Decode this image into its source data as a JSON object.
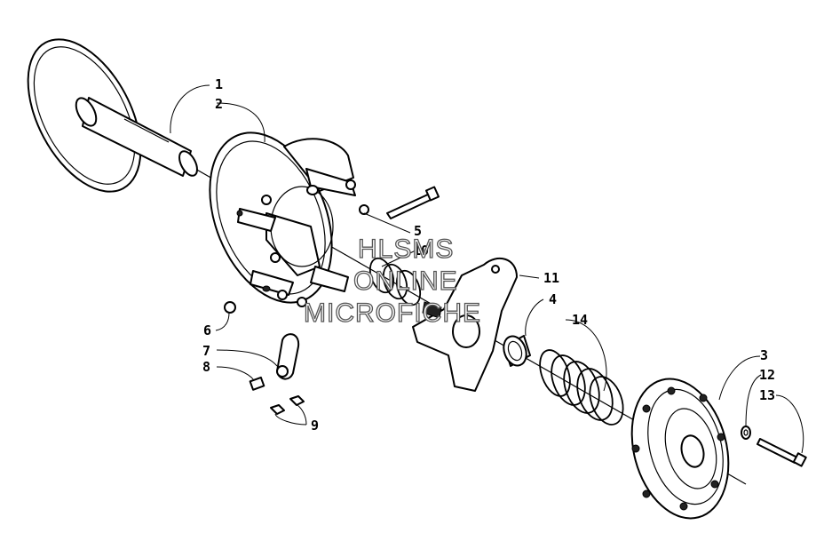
{
  "callouts": [
    {
      "id": "1",
      "text": "1"
    },
    {
      "id": "2",
      "text": "2"
    },
    {
      "id": "3",
      "text": "3"
    },
    {
      "id": "4",
      "text": "4"
    },
    {
      "id": "5",
      "text": "5"
    },
    {
      "id": "6",
      "text": "6"
    },
    {
      "id": "7",
      "text": "7"
    },
    {
      "id": "8",
      "text": "8"
    },
    {
      "id": "9",
      "text": "9"
    },
    {
      "id": "10",
      "text": "10"
    },
    {
      "id": "11",
      "text": "11"
    },
    {
      "id": "12",
      "text": "12"
    },
    {
      "id": "13",
      "text": "13"
    },
    {
      "id": "14",
      "text": "14"
    }
  ],
  "watermark": {
    "line1": "HLSMS",
    "line2": "ONLINE",
    "line3": "MICROFICHE"
  }
}
